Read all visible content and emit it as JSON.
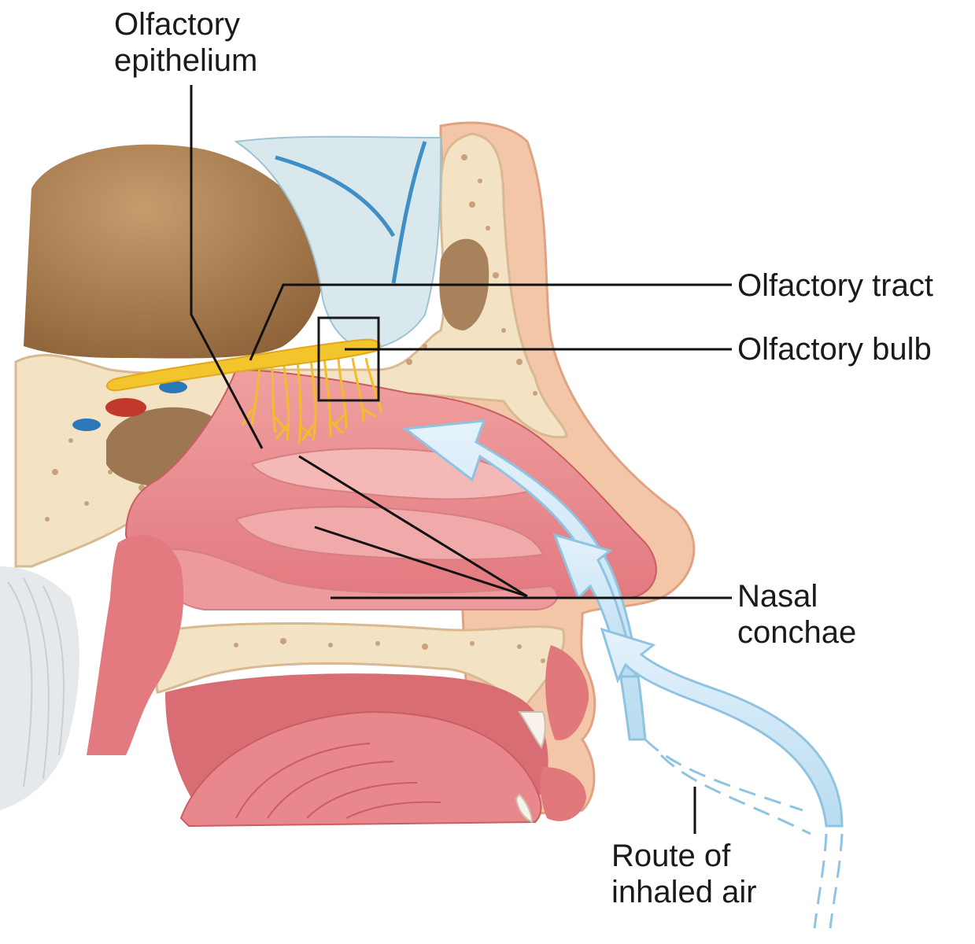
{
  "labels": {
    "olfactory_epithelium": [
      "Olfactory",
      "epithelium"
    ],
    "olfactory_tract": "Olfactory tract",
    "olfactory_bulb": "Olfactory bulb",
    "nasal_conchae": [
      "Nasal",
      "conchae"
    ],
    "route_of_inhaled_air": [
      "Route of",
      "inhaled air"
    ]
  },
  "colors": {
    "skin": "#f3c6a8",
    "skin_outline": "#e0a283",
    "bone": "#f3e3c4",
    "bone_dots": "#c9a27c",
    "brain": "#a87a4f",
    "brain_highlight": "#c49a6b",
    "mucosa": "#e9868a",
    "mucosa_light": "#f2a6a6",
    "conchae": "#f0aeac",
    "tongue": "#e2767b",
    "nerve": "#f3c52d",
    "nerve_dark": "#e0a81a",
    "airflow": "#cde6f4",
    "airflow_outline": "#8fc3e2",
    "vessel_blue": "#2b78b8",
    "vessel_red": "#c0392b",
    "leader_line": "#111111"
  }
}
